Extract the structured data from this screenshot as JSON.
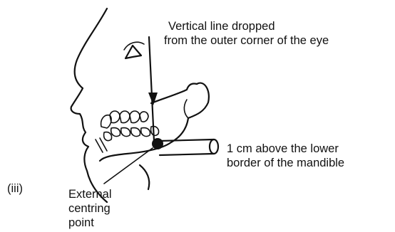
{
  "figure": {
    "panel_label": "(iii)",
    "eye_line_label": [
      "Vertical line dropped",
      "from the outer corner of the eye"
    ],
    "tube_label": [
      "1 cm above the lower",
      "border of the mandible"
    ],
    "centring_label": [
      "External",
      "centring",
      "point"
    ]
  }
}
